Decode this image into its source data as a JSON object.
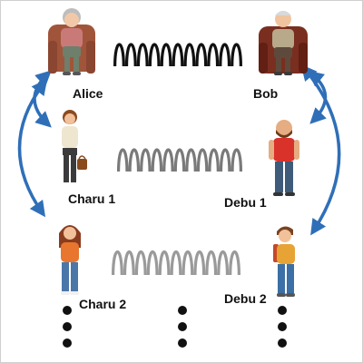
{
  "nodes": [
    {
      "id": "alice",
      "name": "Alice",
      "icon": "elderly-woman-in-armchair"
    },
    {
      "id": "bob",
      "name": "Bob",
      "icon": "elderly-man-in-armchair"
    },
    {
      "id": "charu1",
      "name": "Charu 1",
      "icon": "woman-with-handbag"
    },
    {
      "id": "debu1",
      "name": "Debu 1",
      "icon": "bearded-man-red-shirt"
    },
    {
      "id": "charu2",
      "name": "Charu 2",
      "icon": "girl-orange-shirt"
    },
    {
      "id": "debu2",
      "name": "Debu 2",
      "icon": "boy-with-backpack"
    }
  ],
  "links": [
    {
      "from": "alice",
      "to": "bob",
      "icon": "spring-coil",
      "shade": "#111111"
    },
    {
      "from": "charu1",
      "to": "debu1",
      "icon": "spring-coil",
      "shade": "#7a7a7a"
    },
    {
      "from": "charu2",
      "to": "debu2",
      "icon": "spring-coil",
      "shade": "#9a9a9a"
    }
  ],
  "arrow_color": "#2f6fb8",
  "continuation": "vertical-ellipsis"
}
